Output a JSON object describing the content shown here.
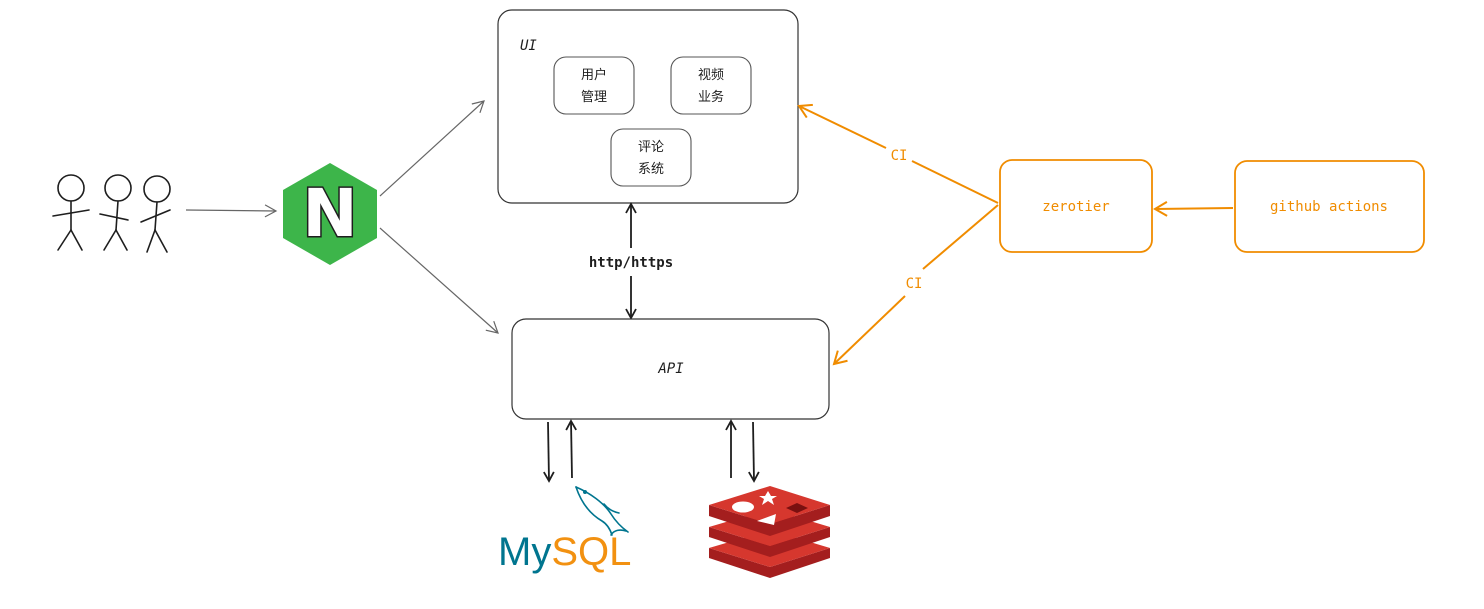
{
  "ui_box": {
    "title": "UI",
    "modules": [
      {
        "line1": "用户",
        "line2": "管理"
      },
      {
        "line1": "视频",
        "line2": "业务"
      },
      {
        "line1": "评论",
        "line2": "系统"
      }
    ]
  },
  "api_box": {
    "title": "API"
  },
  "connections": {
    "http_label": "http/https",
    "ci_label_top": "CI",
    "ci_label_bottom": "CI"
  },
  "zerotier": {
    "label": "zerotier"
  },
  "github_actions": {
    "label": "github actions"
  },
  "mysql": {
    "part1": "My",
    "part2": "SQL"
  },
  "nginx": {
    "letter": "N"
  },
  "colors": {
    "orange": "#f08c00",
    "nginx_green": "#3db54a",
    "redis_red": "#d6372e",
    "mysql_blue": "#00758f",
    "mysql_orange": "#f29111",
    "stroke": "#1e1e1e"
  }
}
